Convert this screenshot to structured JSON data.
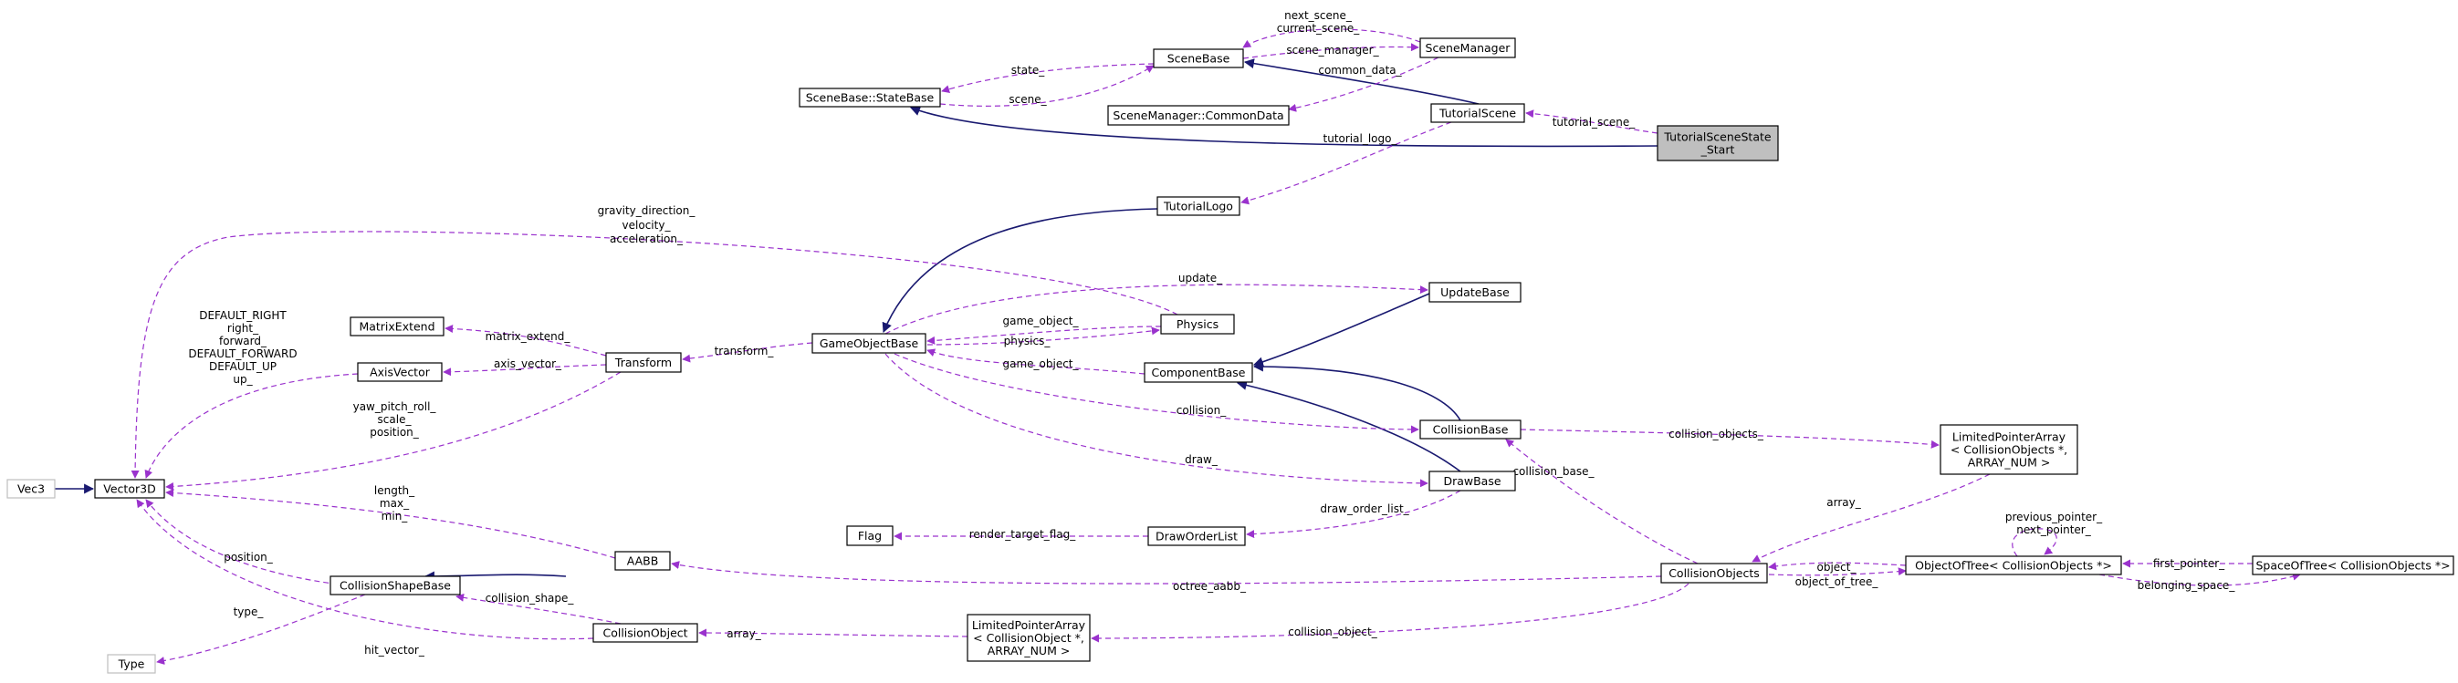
{
  "nodes": [
    {
      "id": "vec3",
      "label": [
        "Vec3"
      ],
      "external": true
    },
    {
      "id": "vector3d",
      "label": [
        "Vector3D"
      ]
    },
    {
      "id": "type",
      "label": [
        "Type"
      ],
      "external": true
    },
    {
      "id": "matrixextend",
      "label": [
        "MatrixExtend"
      ]
    },
    {
      "id": "axisvector",
      "label": [
        "AxisVector"
      ]
    },
    {
      "id": "transform",
      "label": [
        "Transform"
      ]
    },
    {
      "id": "collisionshapebase",
      "label": [
        "CollisionShapeBase"
      ]
    },
    {
      "id": "aabb",
      "label": [
        "AABB"
      ]
    },
    {
      "id": "collisionobject",
      "label": [
        "CollisionObject"
      ]
    },
    {
      "id": "lpa_collisionobject",
      "label": [
        "LimitedPointerArray",
        "< CollisionObject *,",
        " ARRAY_NUM >"
      ]
    },
    {
      "id": "flag",
      "label": [
        "Flag"
      ]
    },
    {
      "id": "draworderlist",
      "label": [
        "DrawOrderList"
      ]
    },
    {
      "id": "gameobjectbase",
      "label": [
        "GameObjectBase"
      ]
    },
    {
      "id": "physics",
      "label": [
        "Physics"
      ]
    },
    {
      "id": "componentbase",
      "label": [
        "ComponentBase"
      ]
    },
    {
      "id": "updatebase",
      "label": [
        "UpdateBase"
      ]
    },
    {
      "id": "collisionbase",
      "label": [
        "CollisionBase"
      ]
    },
    {
      "id": "drawbase",
      "label": [
        "DrawBase"
      ]
    },
    {
      "id": "collisionobjects",
      "label": [
        "CollisionObjects"
      ]
    },
    {
      "id": "lpa_collisionobjects",
      "label": [
        "LimitedPointerArray",
        "< CollisionObjects *,",
        " ARRAY_NUM >"
      ]
    },
    {
      "id": "objectoftree",
      "label": [
        "ObjectOfTree< CollisionObjects *>"
      ]
    },
    {
      "id": "spaceoftree",
      "label": [
        "SpaceOfTree< CollisionObjects *>"
      ]
    },
    {
      "id": "tutoriallogo",
      "label": [
        "TutorialLogo"
      ]
    },
    {
      "id": "scenebase_statebase",
      "label": [
        "SceneBase::StateBase"
      ]
    },
    {
      "id": "scenebase",
      "label": [
        "SceneBase"
      ]
    },
    {
      "id": "scenemanager",
      "label": [
        "SceneManager"
      ]
    },
    {
      "id": "scenemanager_commondata",
      "label": [
        "SceneManager::CommonData"
      ]
    },
    {
      "id": "tutorialscene",
      "label": [
        "TutorialScene"
      ]
    },
    {
      "id": "tutorialscenestate_start",
      "label": [
        "TutorialSceneState",
        "_Start"
      ],
      "focus": true
    }
  ],
  "edges": [
    {
      "from": "vec3",
      "to": "vector3d",
      "kind": "inherit",
      "label": []
    },
    {
      "from": "collisionshapebase",
      "to": "aabb",
      "kind": "inherit",
      "label": []
    },
    {
      "from": "gameobjectbase",
      "to": "tutoriallogo",
      "kind": "inherit",
      "label": []
    },
    {
      "from": "componentbase",
      "to": "updatebase",
      "kind": "inherit",
      "label": []
    },
    {
      "from": "componentbase",
      "to": "collisionbase",
      "kind": "inherit",
      "label": []
    },
    {
      "from": "componentbase",
      "to": "drawbase",
      "kind": "inherit",
      "label": []
    },
    {
      "from": "scenebase",
      "to": "tutorialscene",
      "kind": "inherit",
      "label": []
    },
    {
      "from": "scenebase_statebase",
      "to": "tutorialscenestate_start",
      "kind": "inherit",
      "label": []
    },
    {
      "from": "physics",
      "to": "vector3d",
      "kind": "usage",
      "label": [
        "gravity_direction_",
        "velocity_",
        "acceleration_"
      ]
    },
    {
      "from": "axisvector",
      "to": "vector3d",
      "kind": "usage",
      "label": [
        "DEFAULT_RIGHT",
        "right_",
        "forward_",
        "DEFAULT_FORWARD",
        "DEFAULT_UP",
        "up_"
      ]
    },
    {
      "from": "transform",
      "to": "vector3d",
      "kind": "usage",
      "label": [
        "yaw_pitch_roll_",
        "scale_",
        "position_"
      ]
    },
    {
      "from": "aabb",
      "to": "vector3d",
      "kind": "usage",
      "label": [
        "length_",
        "max_",
        "min_"
      ]
    },
    {
      "from": "collisionshapebase",
      "to": "vector3d",
      "kind": "usage",
      "label": [
        "position_"
      ]
    },
    {
      "from": "collisionobject",
      "to": "vector3d",
      "kind": "usage",
      "label": [
        "hit_vector_"
      ]
    },
    {
      "from": "collisionshapebase",
      "to": "type",
      "kind": "usage",
      "label": [
        "type_"
      ]
    },
    {
      "from": "transform",
      "to": "matrixextend",
      "kind": "usage",
      "label": [
        "matrix_extend_"
      ]
    },
    {
      "from": "transform",
      "to": "axisvector",
      "kind": "usage",
      "label": [
        "axis_vector_"
      ]
    },
    {
      "from": "gameobjectbase",
      "to": "transform",
      "kind": "usage",
      "label": [
        "transform_"
      ]
    },
    {
      "from": "collisionobject",
      "to": "collisionshapebase",
      "kind": "usage",
      "label": [
        "collision_shape_"
      ]
    },
    {
      "from": "collisionobjects",
      "to": "aabb",
      "kind": "usage",
      "label": [
        "octree_aabb_"
      ]
    },
    {
      "from": "lpa_collisionobject",
      "to": "collisionobject",
      "kind": "usage",
      "label": [
        "array_"
      ]
    },
    {
      "from": "collisionobjects",
      "to": "lpa_collisionobject",
      "kind": "usage",
      "label": [
        "collision_object_"
      ]
    },
    {
      "from": "draworderlist",
      "to": "flag",
      "kind": "usage",
      "label": [
        "render_target_flag_"
      ]
    },
    {
      "from": "drawbase",
      "to": "draworderlist",
      "kind": "usage",
      "label": [
        "draw_order_list_"
      ]
    },
    {
      "from": "physics",
      "to": "gameobjectbase",
      "kind": "usage",
      "label": [
        "game_object_"
      ]
    },
    {
      "from": "componentbase",
      "to": "gameobjectbase",
      "kind": "usage",
      "label": [
        "game_object_"
      ]
    },
    {
      "from": "gameobjectbase",
      "to": "updatebase",
      "kind": "usage",
      "label": [
        "update_"
      ]
    },
    {
      "from": "gameobjectbase",
      "to": "physics",
      "kind": "usage",
      "label": [
        "physics_"
      ]
    },
    {
      "from": "gameobjectbase",
      "to": "collisionbase",
      "kind": "usage",
      "label": [
        "collision_"
      ]
    },
    {
      "from": "gameobjectbase",
      "to": "drawbase",
      "kind": "usage",
      "label": [
        "draw_"
      ]
    },
    {
      "from": "collisionobjects",
      "to": "collisionbase",
      "kind": "usage",
      "label": [
        "collision_base_"
      ]
    },
    {
      "from": "collisionbase",
      "to": "lpa_collisionobjects",
      "kind": "usage",
      "label": [
        "collision_objects_"
      ]
    },
    {
      "from": "lpa_collisionobjects",
      "to": "collisionobjects",
      "kind": "usage",
      "label": [
        "array_"
      ]
    },
    {
      "from": "objectoftree",
      "to": "collisionobjects",
      "kind": "usage",
      "label": [
        "object_"
      ]
    },
    {
      "from": "collisionobjects",
      "to": "objectoftree",
      "kind": "usage",
      "label": [
        "object_of_tree_"
      ]
    },
    {
      "from": "objectoftree",
      "to": "objectoftree",
      "kind": "usage",
      "label": [
        "previous_pointer_",
        "next_pointer_"
      ]
    },
    {
      "from": "objectoftree",
      "to": "spaceoftree",
      "kind": "usage",
      "label": [
        "belonging_space_"
      ]
    },
    {
      "from": "spaceoftree",
      "to": "objectoftree",
      "kind": "usage",
      "label": [
        "first_pointer_"
      ]
    },
    {
      "from": "tutorialscene",
      "to": "tutoriallogo",
      "kind": "usage",
      "label": [
        "tutorial_logo_"
      ]
    },
    {
      "from": "scenebase",
      "to": "scenebase_statebase",
      "kind": "usage",
      "label": [
        "state_"
      ]
    },
    {
      "from": "scenebase_statebase",
      "to": "scenebase",
      "kind": "usage",
      "label": [
        "scene_"
      ]
    },
    {
      "from": "scenebase",
      "to": "scenemanager",
      "kind": "usage",
      "label": [
        "scene_manager_"
      ]
    },
    {
      "from": "scenemanager",
      "to": "scenebase",
      "kind": "usage",
      "label": [
        "next_scene_",
        "current_scene_"
      ]
    },
    {
      "from": "scenemanager",
      "to": "scenemanager_commondata",
      "kind": "usage",
      "label": [
        "common_data_"
      ]
    },
    {
      "from": "tutorialscenestate_start",
      "to": "tutorialscene",
      "kind": "usage",
      "label": [
        "tutorial_scene_"
      ]
    }
  ]
}
